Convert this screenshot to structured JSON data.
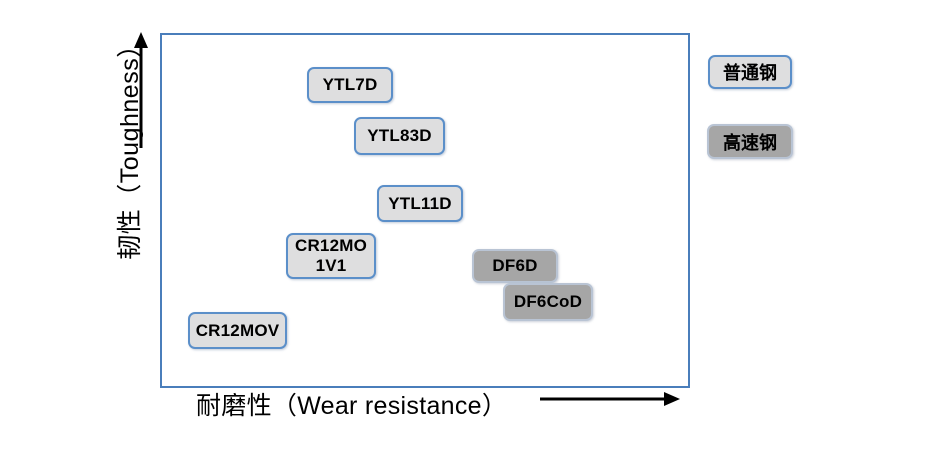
{
  "chart_data": {
    "type": "scatter",
    "title": "",
    "xlabel": "耐磨性（Wear resistance）",
    "ylabel": "韧性（Toughness）",
    "xlim": [
      0,
      100
    ],
    "ylim": [
      0,
      100
    ],
    "grid": false,
    "axis_style": "qualitative-arrows",
    "legend_position": "right-outside",
    "legend": [
      {
        "label": "普通钢",
        "series": "plain-steel",
        "fill": "#dededf",
        "border": "#5b8fc9"
      },
      {
        "label": "高速钢",
        "series": "high-speed-steel",
        "fill": "#a6a6a6",
        "border": "#b9c4d4"
      }
    ],
    "series": [
      {
        "name": "普通钢",
        "key": "plain-steel",
        "points": [
          {
            "label": "YTL7D",
            "x": 28,
            "y": 88
          },
          {
            "label": "YTL83D",
            "x": 39,
            "y": 74
          },
          {
            "label": "YTL11D",
            "x": 44,
            "y": 55
          },
          {
            "label": "CR12MO1V1",
            "x": 24,
            "y": 38,
            "label_line1": "CR12MO",
            "label_line2": "1V1"
          },
          {
            "label": "CR12MOV",
            "x": 8,
            "y": 16
          }
        ]
      },
      {
        "name": "高速钢",
        "key": "high-speed-steel",
        "points": [
          {
            "label": "DF6D",
            "x": 64,
            "y": 33
          },
          {
            "label": "DF6CoD",
            "x": 72,
            "y": 24
          }
        ]
      }
    ]
  },
  "axes": {
    "y_title": "韧性（Toughness）",
    "x_title": "耐磨性（Wear resistance）"
  },
  "nodes": {
    "ytl7d": {
      "label": "YTL7D"
    },
    "ytl83d": {
      "label": "YTL83D"
    },
    "ytl11d": {
      "label": "YTL11D"
    },
    "cr12mo1v1": {
      "label_line1": "CR12MO",
      "label_line2": "1V1"
    },
    "cr12mov": {
      "label": "CR12MOV"
    },
    "df6d": {
      "label": "DF6D"
    },
    "df6cod": {
      "label": "DF6CoD"
    }
  },
  "legend": {
    "plain_steel": "普通钢",
    "high_speed_steel": "高速钢"
  },
  "colors": {
    "frame_border": "#4a7ebb",
    "plain_fill": "#dededf",
    "plain_border": "#5b8fc9",
    "hss_fill": "#a6a6a6",
    "hss_border": "#b9c4d4",
    "text": "#000000",
    "arrow": "#000000"
  }
}
